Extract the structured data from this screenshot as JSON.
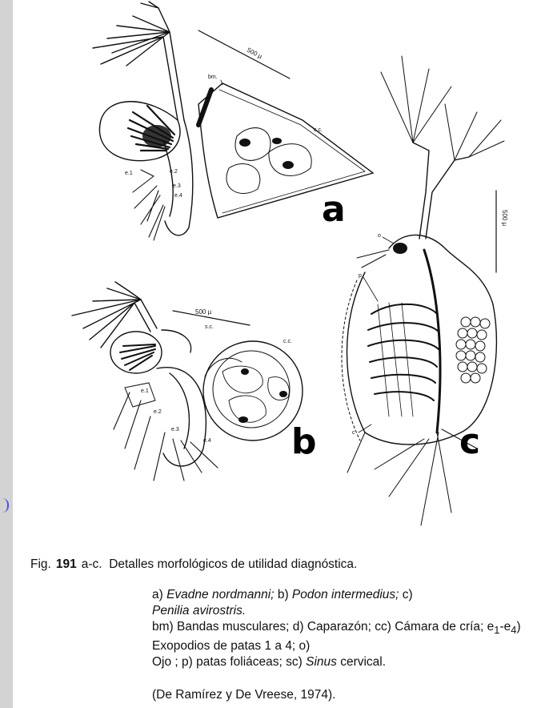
{
  "figure": {
    "panel_labels": [
      "a",
      "b",
      "c"
    ],
    "scale_bars": [
      "500 µ",
      "500 µ",
      "500 µ"
    ],
    "annotations": {
      "a": [
        "bm.",
        "c.c.",
        "e.1",
        "e.2",
        "e.3",
        "e.4"
      ],
      "b": [
        "s.c.",
        "c.c.",
        "e.1",
        "e.2",
        "e.3",
        "e.4"
      ],
      "c": [
        "o",
        "p",
        "c"
      ]
    }
  },
  "caption": {
    "fig_prefix": "Fig.",
    "fig_number": "191",
    "fig_range": "a-c.",
    "title": "Detalles morfológicos de utilidad diagnóstica.",
    "species_a_key": "a) ",
    "species_a_name": "Evadne nordmanni;",
    "species_b_key": " b) ",
    "species_b_name": "Podon intermedius;",
    "species_c_key": " c)",
    "species_c_name": "Penilia avirostris.",
    "legend_1": "bm) Bandas musculares; d) Caparazón; cc) Cámara de cría; e",
    "legend_1_sub1": "1",
    "legend_1_mid": "-e",
    "legend_1_sub2": "4",
    "legend_1_end": ") Exopodios de patas 1 a 4; o)",
    "legend_2": "Ojo  ; p) patas foliáceas; sc) ",
    "legend_2_italic": "Sinus",
    "legend_2_end": " cervical.",
    "citation": "(De Ramírez y De Vreese, 1974)."
  }
}
